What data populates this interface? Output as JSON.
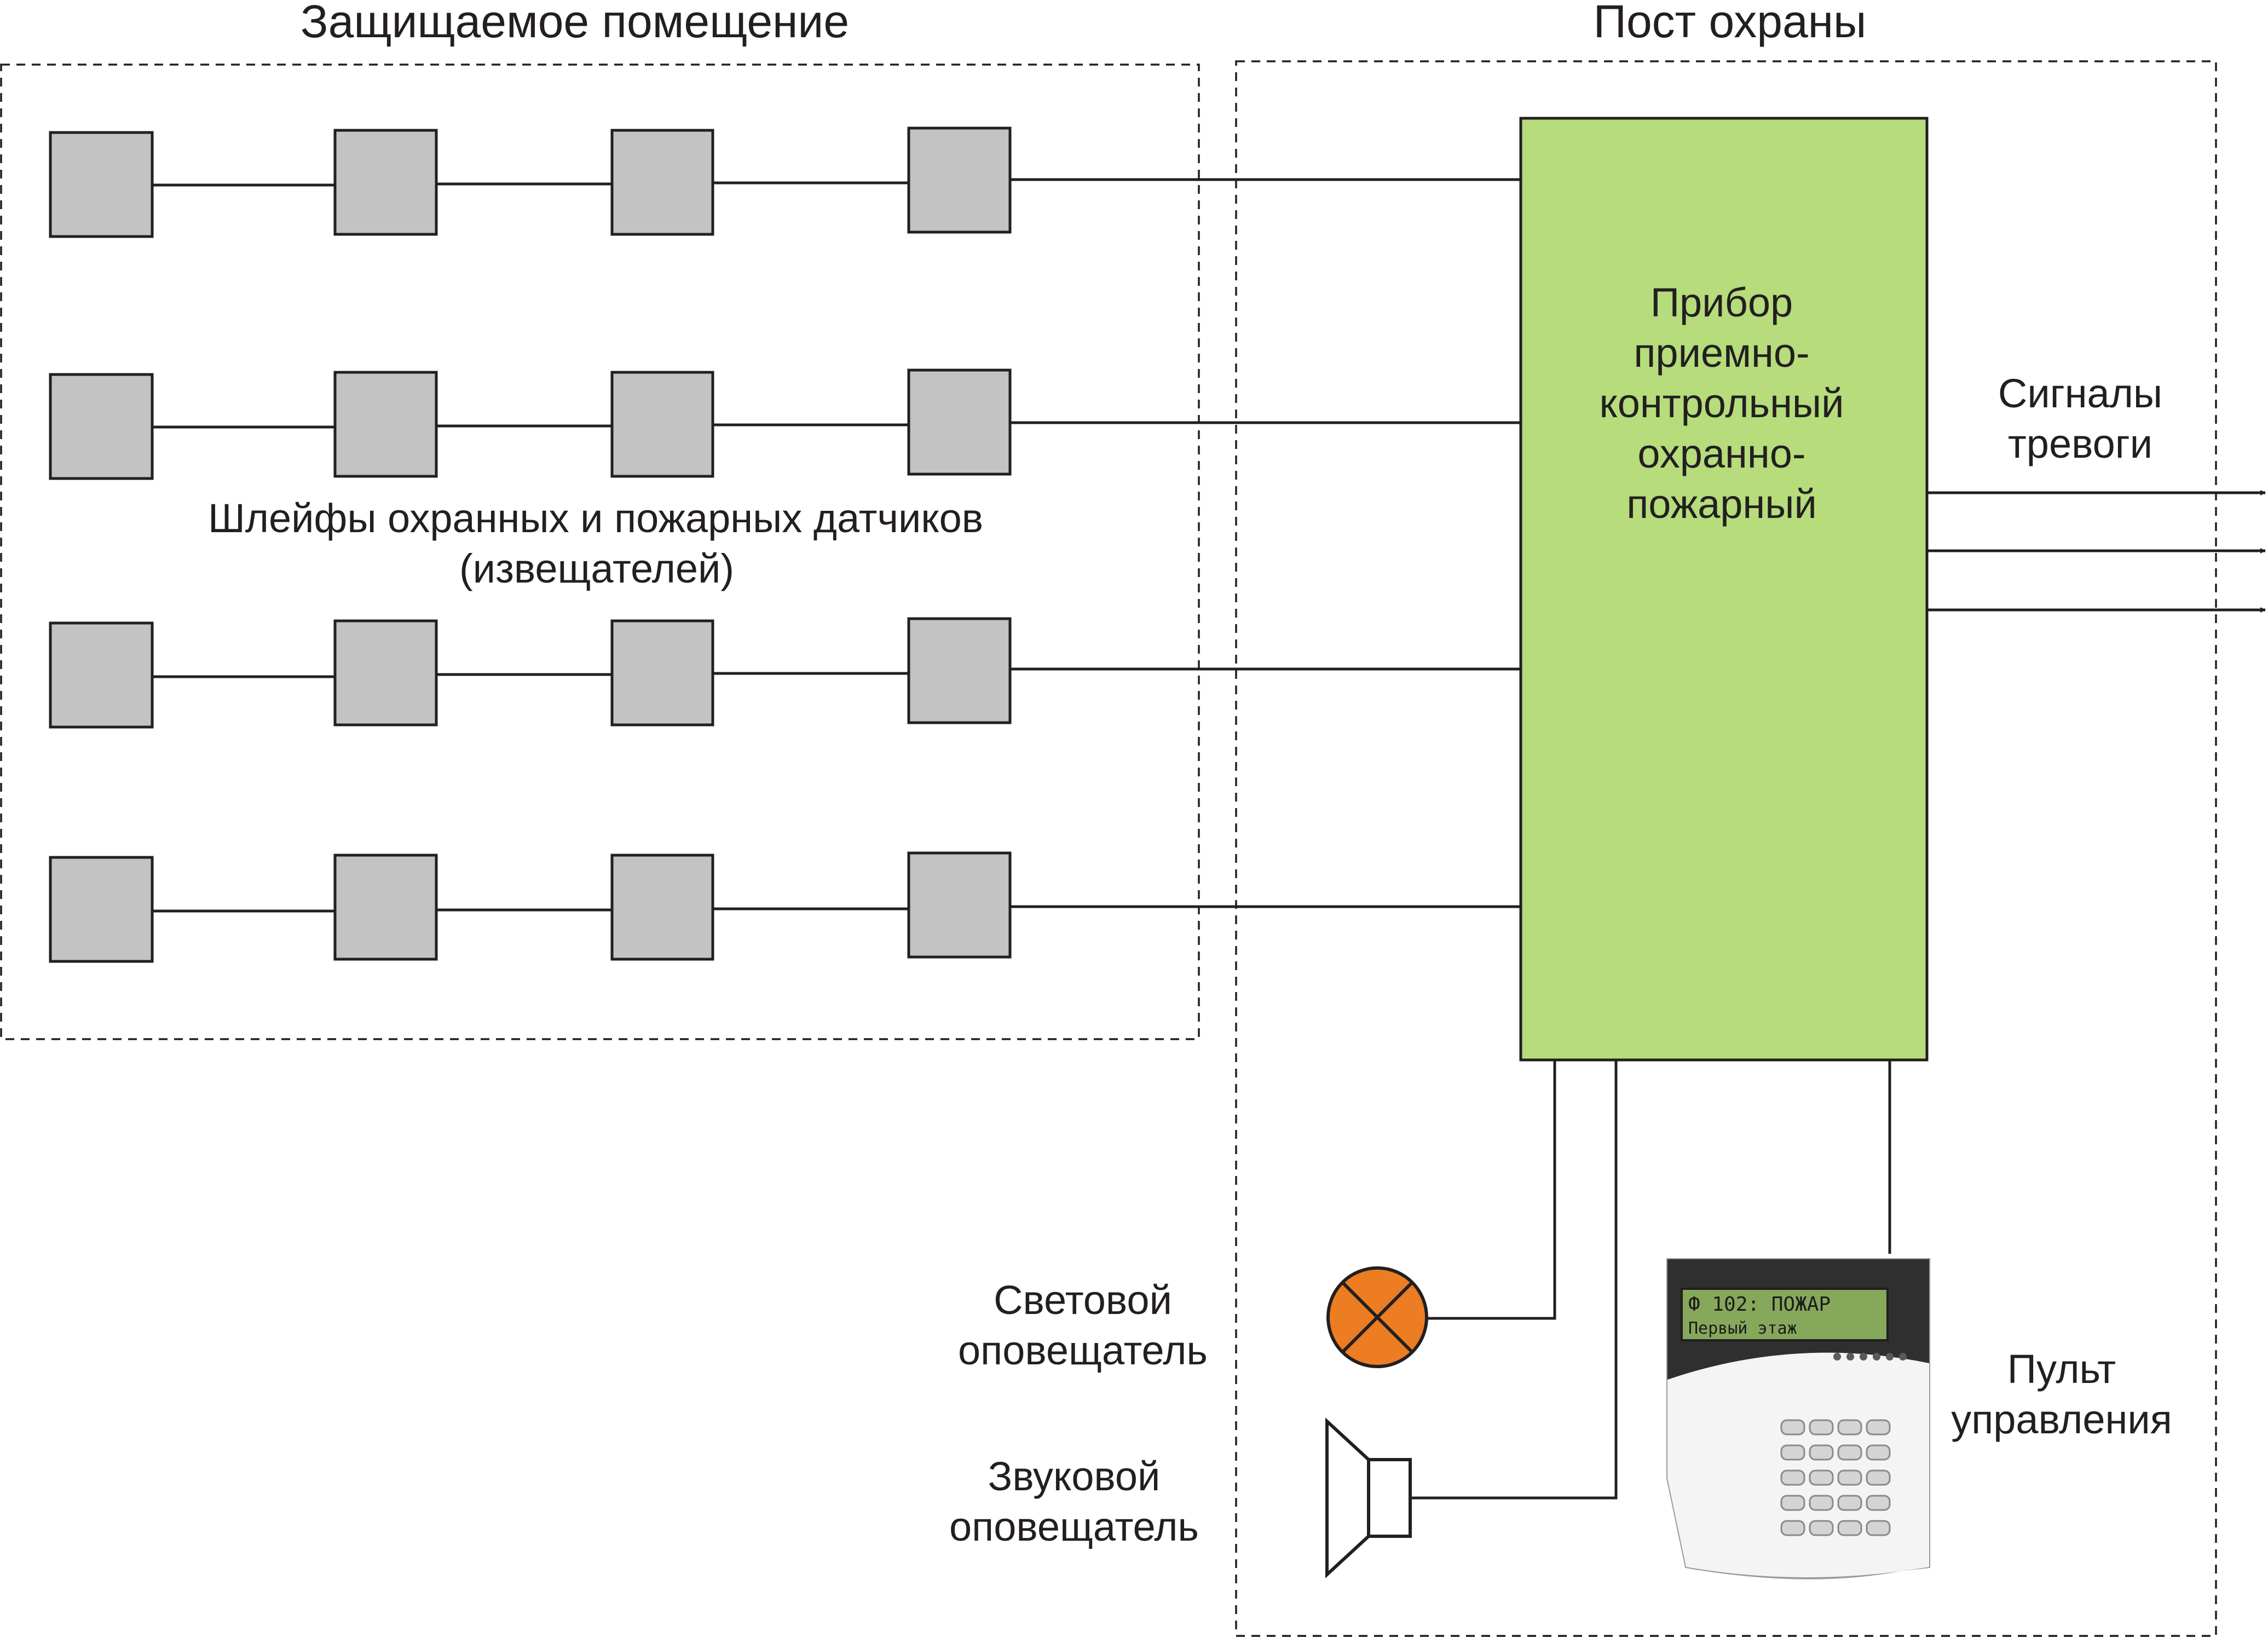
{
  "zones": {
    "protected_room": "Защищаемое помещение",
    "guard_post": "Пост охраны"
  },
  "loops_label": {
    "line1": "Шлейфы охранных и пожарных датчиков",
    "line2": "(извещателей)"
  },
  "control_panel": {
    "lines": [
      "Прибор",
      "приемно-",
      "контрольный",
      "охранно-",
      "пожарный"
    ],
    "fill_color": "#b6dc7b"
  },
  "alarm_signals": {
    "line1": "Сигналы",
    "line2": "тревоги"
  },
  "light_notifier": {
    "line1": "Световой",
    "line2": "оповещатель",
    "icon": "light-beacon-icon",
    "color": "#ec7d22"
  },
  "sound_notifier": {
    "line1": "Звуковой",
    "line2": "оповещатель",
    "icon": "speaker-icon"
  },
  "keypad": {
    "line1": "Пульт",
    "line2": "управления",
    "display_line1": "Ф  102:  ПОЖАР",
    "display_line2": "Первый  этаж",
    "icon": "keypad-icon"
  },
  "sensor_color": "#c3c3c3"
}
